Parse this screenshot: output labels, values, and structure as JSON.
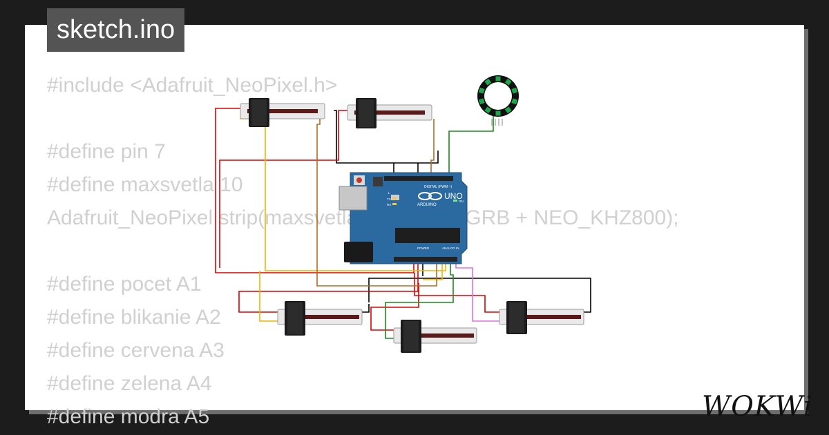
{
  "file_tab": {
    "name": "sketch.ino"
  },
  "code_lines": [
    "#include <Adafruit_NeoPixel.h>",
    "",
    "#define pin 7",
    "#define maxsvetla 10",
    "Adafruit_NeoPixel strip(maxsvetla, pin, NEO_GRB + NEO_KHZ800);",
    "",
    "#define pocet A1",
    "#define blikanie A2",
    "#define cervena A3",
    "#define zelena A4",
    "#define modra A5"
  ],
  "board": {
    "name": "Arduino UNO",
    "labels": {
      "uno": "UNO",
      "arduino": "ARDUINO",
      "digital": "DIGITAL (PWM ~)",
      "power": "POWER",
      "analog": "ANALOG IN",
      "on": "ON",
      "tx": "TX",
      "rx": "RX",
      "l": "L"
    }
  },
  "parts": {
    "neopixel_ring": {
      "pixels": 10,
      "color": "#1fa64a"
    },
    "potentiometers": 5
  },
  "colors": {
    "background": "#1c1c1c",
    "card": "#ffffff",
    "code_text": "#d0d0d0",
    "tab_bg": "#545454",
    "board": "#2b6aa0",
    "wire_red": "#e00000",
    "wire_black": "#000000",
    "wire_orange": "#f0b400",
    "wire_brown": "#b06b23",
    "wire_green": "#1a8c1a",
    "wire_pink": "#e070e0"
  },
  "brand": {
    "logo_text": "WOKWi"
  }
}
